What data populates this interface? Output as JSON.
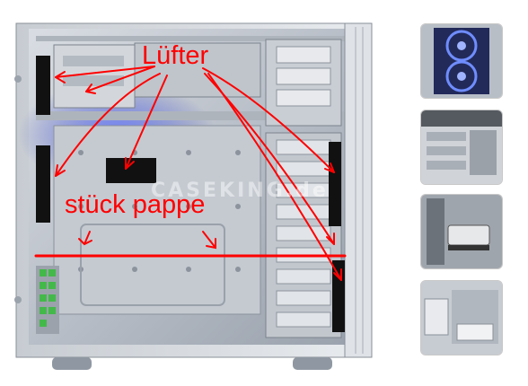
{
  "annotations": {
    "fan_label": "Lüfter",
    "cardboard_label": "stück pappe",
    "color": "#ff0000"
  },
  "watermark": {
    "text": "CASEKING.de"
  },
  "thumbnails": [
    {
      "subject": "blue-led-fans"
    },
    {
      "subject": "drive-bay-rails"
    },
    {
      "subject": "hard-drive-tray"
    },
    {
      "subject": "interior-bottom"
    }
  ]
}
